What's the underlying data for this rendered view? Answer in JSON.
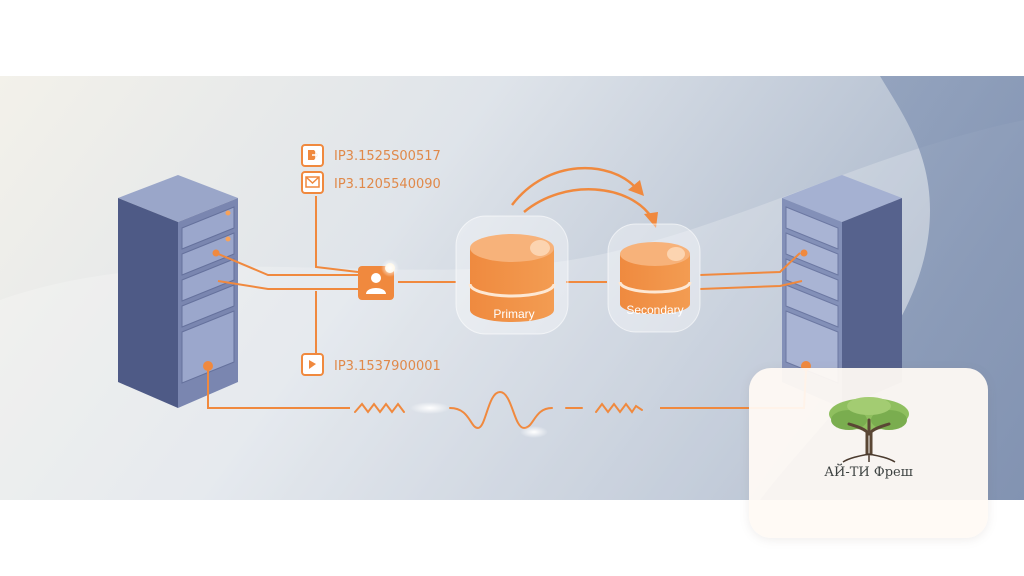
{
  "diagram": {
    "ip_labels": [
      "IP3.1525S00517",
      "IP3.1205540090",
      "IP3.1537900001"
    ],
    "db_primary": "Primary",
    "db_secondary": "Secondary"
  },
  "logo": {
    "text": "АЙ-ТИ Фреш"
  },
  "colors": {
    "accent": "#f0893e",
    "accent_light": "#f7b27a",
    "server_face": "#7a86b0",
    "server_dark": "#4e5a86",
    "logo_text": "#3c4140"
  },
  "icons": [
    "user-plus-icon",
    "mail-icon",
    "user-icon",
    "device-icon",
    "tree-icon"
  ]
}
